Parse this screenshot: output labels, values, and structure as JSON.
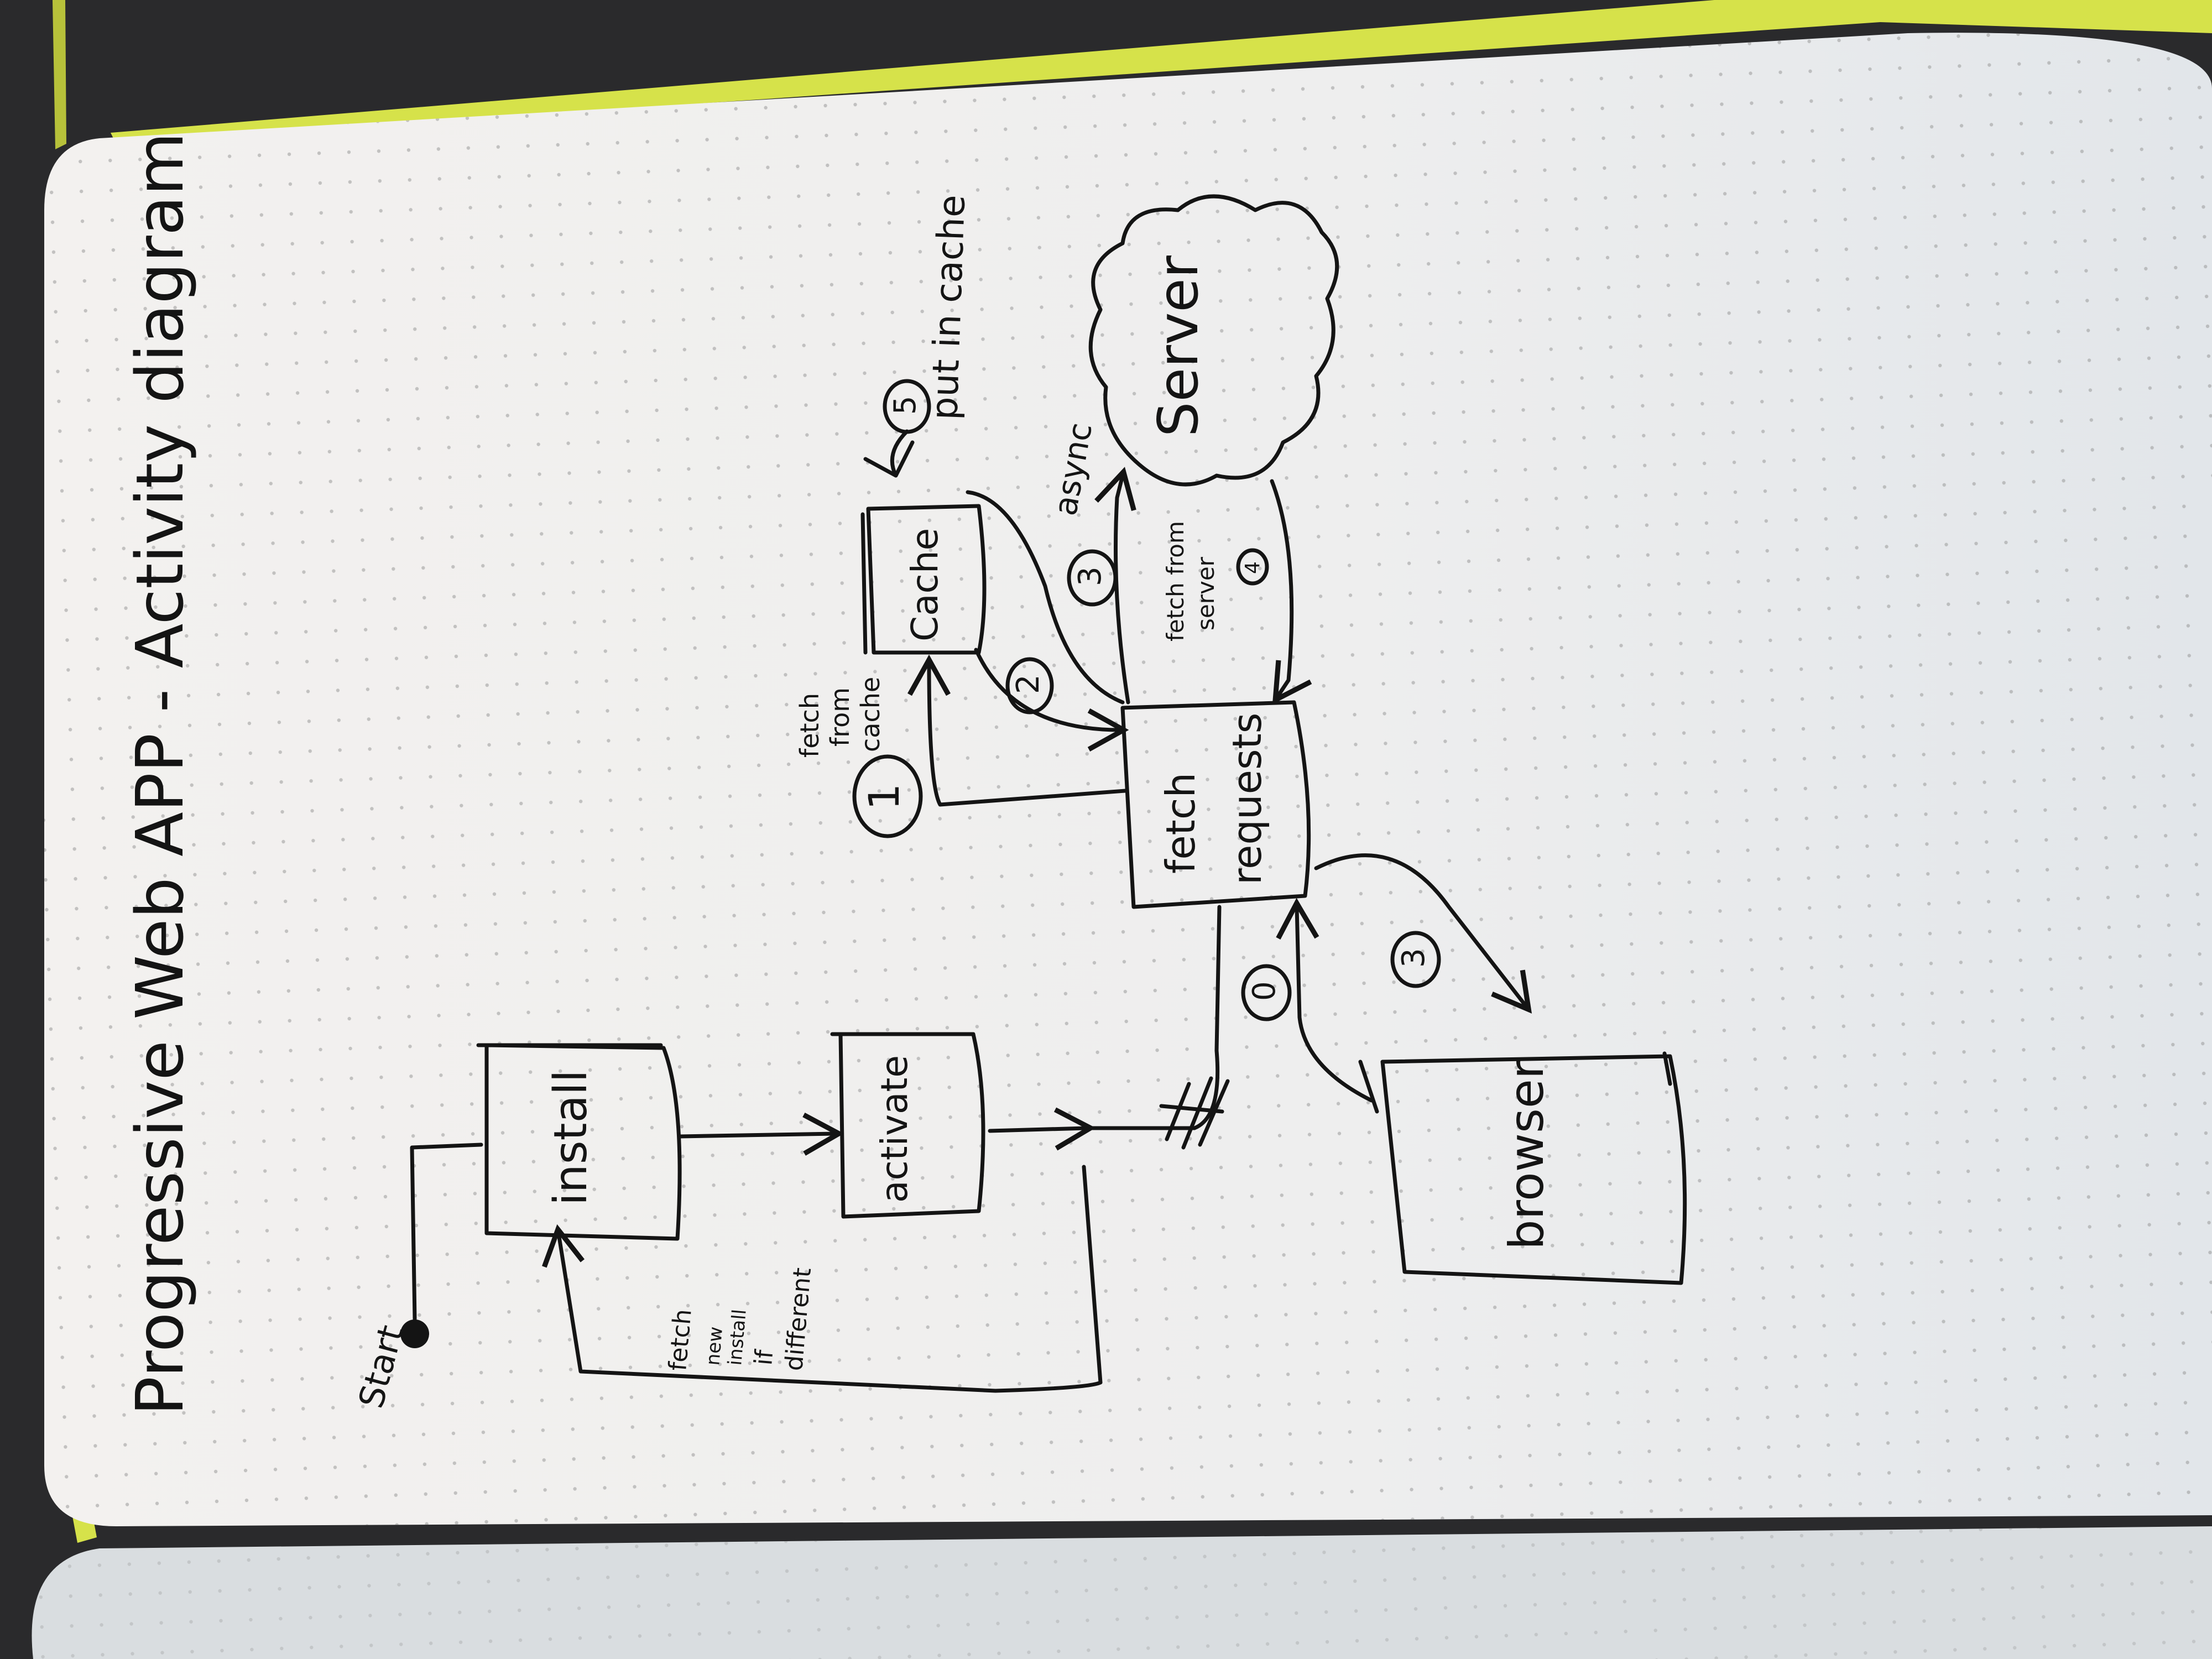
{
  "title": "Progressive Web APP - Activity diagram",
  "start_label": "Start",
  "nodes": {
    "install": "install",
    "activate": "activate",
    "fetch_requests": [
      "fetch",
      "requests"
    ],
    "cache": "Cache",
    "server": "Server",
    "browser": "browser"
  },
  "annotations": {
    "fetch_sw": [
      "fetch",
      "new",
      "install",
      "if",
      "different"
    ],
    "fetch_from_cache": [
      "fetch",
      "from",
      "cache"
    ],
    "async": "async",
    "put_in_cache": "put in cache",
    "fetch_from_server": [
      "fetch from",
      "server"
    ]
  },
  "step_numbers": {
    "s0": "0",
    "s1": "1",
    "s2": "2",
    "s3a": "3",
    "s3b": "3",
    "s4": "4",
    "s5": "5"
  },
  "colors": {
    "ink": "#141414",
    "paper": "#eeeeec",
    "page_shadow": "#d9dde0",
    "cover_edge": "#d6e24a",
    "background": "#2a2a2c",
    "dot": "#9a9a9a"
  }
}
